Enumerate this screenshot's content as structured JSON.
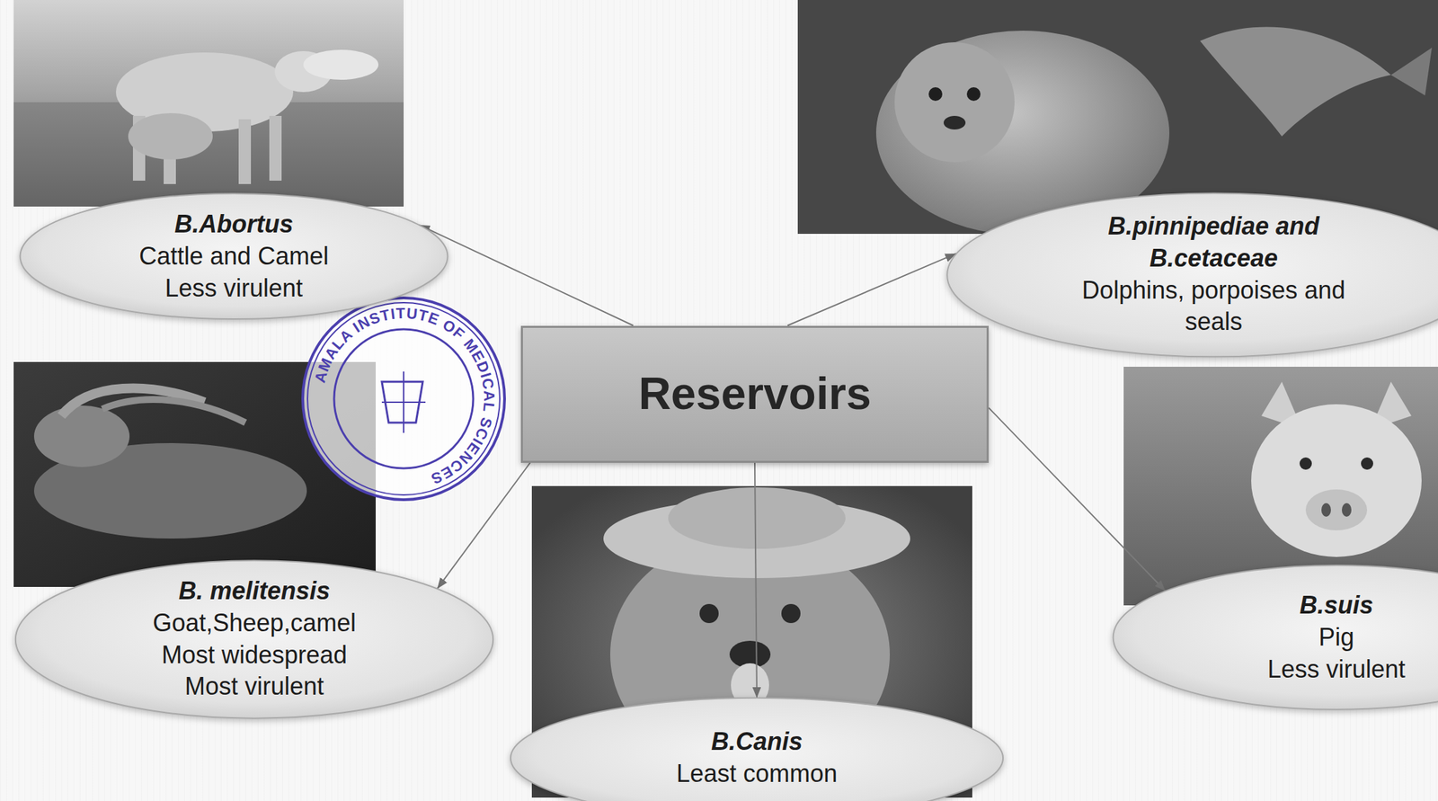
{
  "diagram": {
    "nodes": [
      {
        "text": [
          "B.Abortus",
          "Cattle and Camel",
          "Less virulent"
        ]
      },
      {
        "text": [
          "B.pinnipediae and B.cetaceae",
          "Dolphins, porpoises and seals"
        ]
      },
      {
        "text": [
          "Reservoirs"
        ]
      },
      {
        "text": [
          "B. melitensis",
          "Goat,Sheep,camel",
          "Most widespread",
          "Most virulent"
        ]
      },
      {
        "text": [
          "B.suis",
          "Pig",
          "Less virulent"
        ]
      },
      {
        "text": [
          "B.Canis",
          "Least common"
        ]
      }
    ],
    "edges": [
      {
        "from": 2,
        "to": 0,
        "arrow": "to"
      },
      {
        "from": 2,
        "to": 1,
        "arrow": "to"
      },
      {
        "from": 2,
        "to": 3,
        "arrow": "to"
      },
      {
        "from": 2,
        "to": 4,
        "arrow": "to"
      },
      {
        "from": 2,
        "to": 5,
        "arrow": "to"
      }
    ],
    "labels": [
      "AMALA INSTITUTE OF MEDICAL SCIENCES"
    ]
  }
}
